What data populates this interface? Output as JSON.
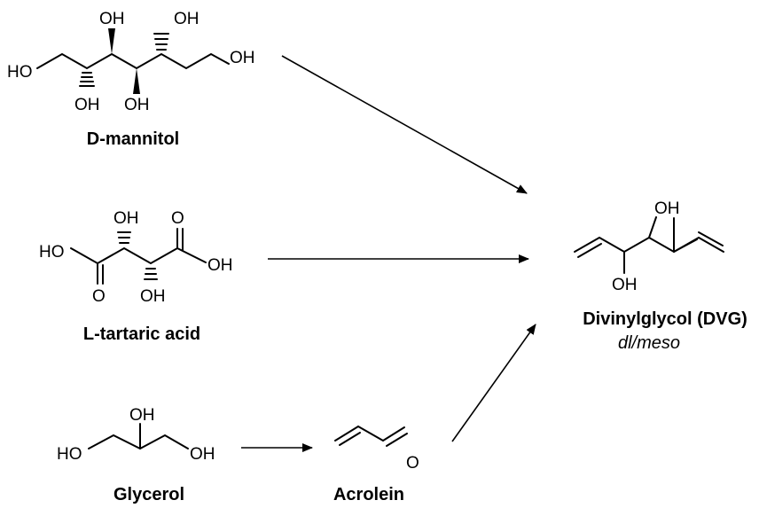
{
  "labels": {
    "oh": "OH",
    "ho": "HO",
    "o": "O"
  },
  "compounds": {
    "mannitol": {
      "name": "D-mannitol"
    },
    "tartaric": {
      "name": "L-tartaric acid"
    },
    "glycerol": {
      "name": "Glycerol"
    },
    "acrolein": {
      "name": "Acrolein"
    },
    "dvg": {
      "name": "Divinylglycol (DVG)",
      "note": "dl/meso"
    }
  }
}
